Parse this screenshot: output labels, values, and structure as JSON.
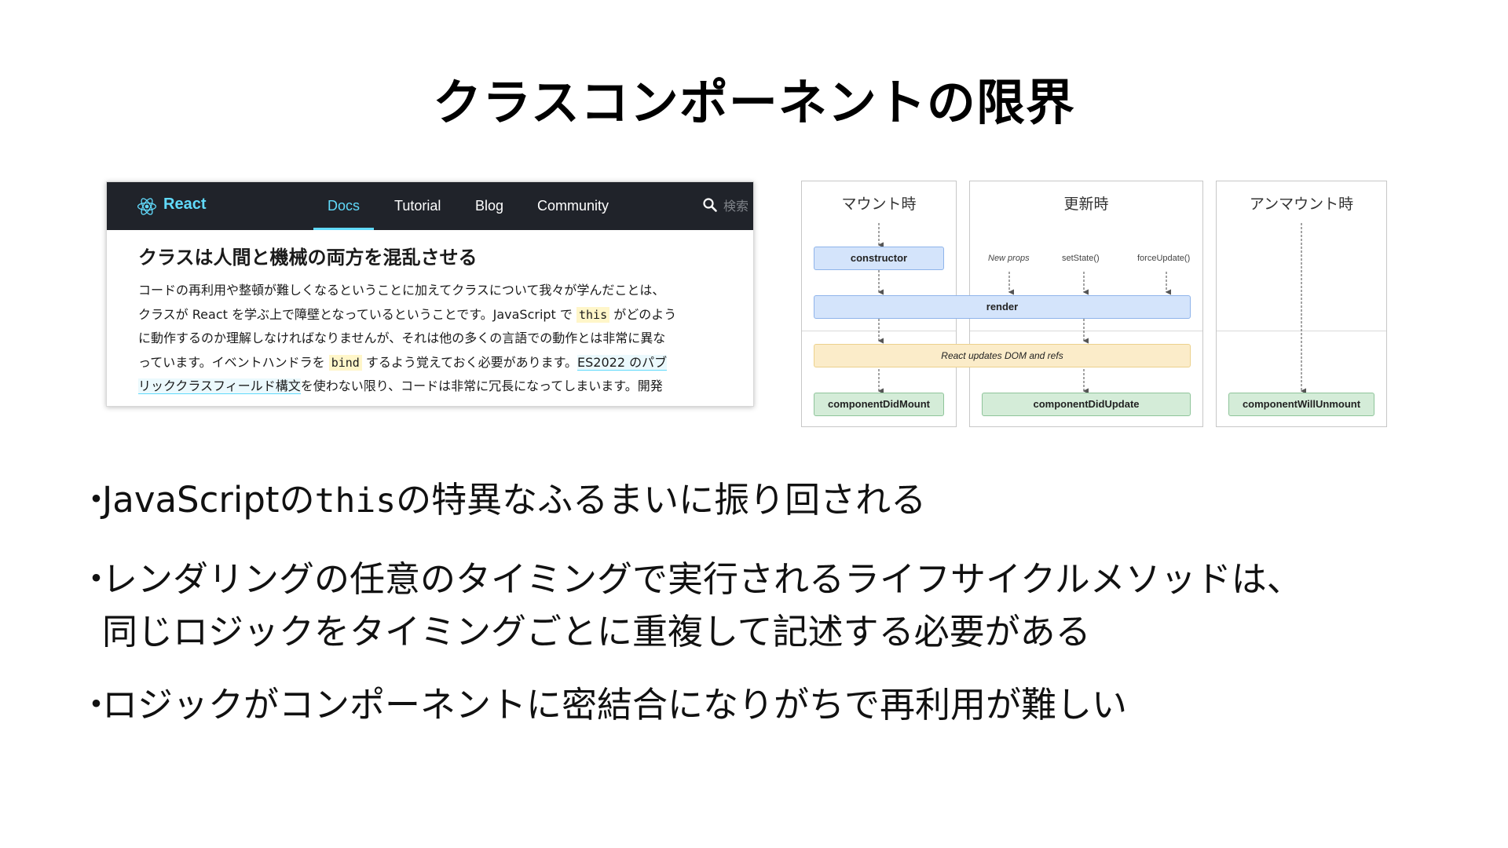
{
  "slide": {
    "title": "クラスコンポーネントの限界"
  },
  "react_docs": {
    "brand": "React",
    "nav": {
      "docs": "Docs",
      "tutorial": "Tutorial",
      "blog": "Blog",
      "community": "Community"
    },
    "search_placeholder": "検索",
    "heading": "クラスは人間と機械の両方を混乱させる",
    "body": {
      "l1": "コードの再利用や整頓が難しくなるということに加えてクラスについて我々が学んだことは、",
      "l2a": "クラスが React を学ぶ上で障壁となっているということです。JavaScript で ",
      "l2code": "this",
      "l2b": " がどのよう",
      "l3": "に動作するのか理解しなければなりませんが、それは他の多くの言語での動作とは非常に異な",
      "l4a": "っています。イベントハンドラを ",
      "l4code": "bind",
      "l4b": " するよう覚えておく必要があります。",
      "l4link": "ES2022 のパブ",
      "l5link": "リッククラスフィールド構文",
      "l5b": "を使わない限り、コードは非常に冗長になってしまいます。開発"
    },
    "colors": {
      "nav_bg": "#20232a",
      "accent": "#61dafb"
    }
  },
  "lifecycle": {
    "columns": {
      "mount": "マウント時",
      "update": "更新時",
      "unmount": "アンマウント時"
    },
    "triggers": {
      "new_props": "New props",
      "set_state": "setState()",
      "force_update": "forceUpdate()"
    },
    "boxes": {
      "constructor": "constructor",
      "render": "render",
      "dom_update": "React updates DOM and refs",
      "did_mount": "componentDidMount",
      "did_update": "componentDidUpdate",
      "will_unmount": "componentWillUnmount"
    },
    "colors": {
      "blue": "#d4e4fb",
      "green": "#d4ecd8",
      "yellow": "#fbecc9"
    }
  },
  "bullets": {
    "marker": "・",
    "b1_pre": "JavaScriptの",
    "b1_code": "this",
    "b1_post": "の特異なふるまいに振り回される",
    "b2_line1": "レンダリングの任意のタイミングで実行されるライフサイクルメソッドは、",
    "b2_line2": "同じロジックをタイミングごとに重複して記述する必要がある",
    "b3": "ロジックがコンポーネントに密結合になりがちで再利用が難しい"
  }
}
